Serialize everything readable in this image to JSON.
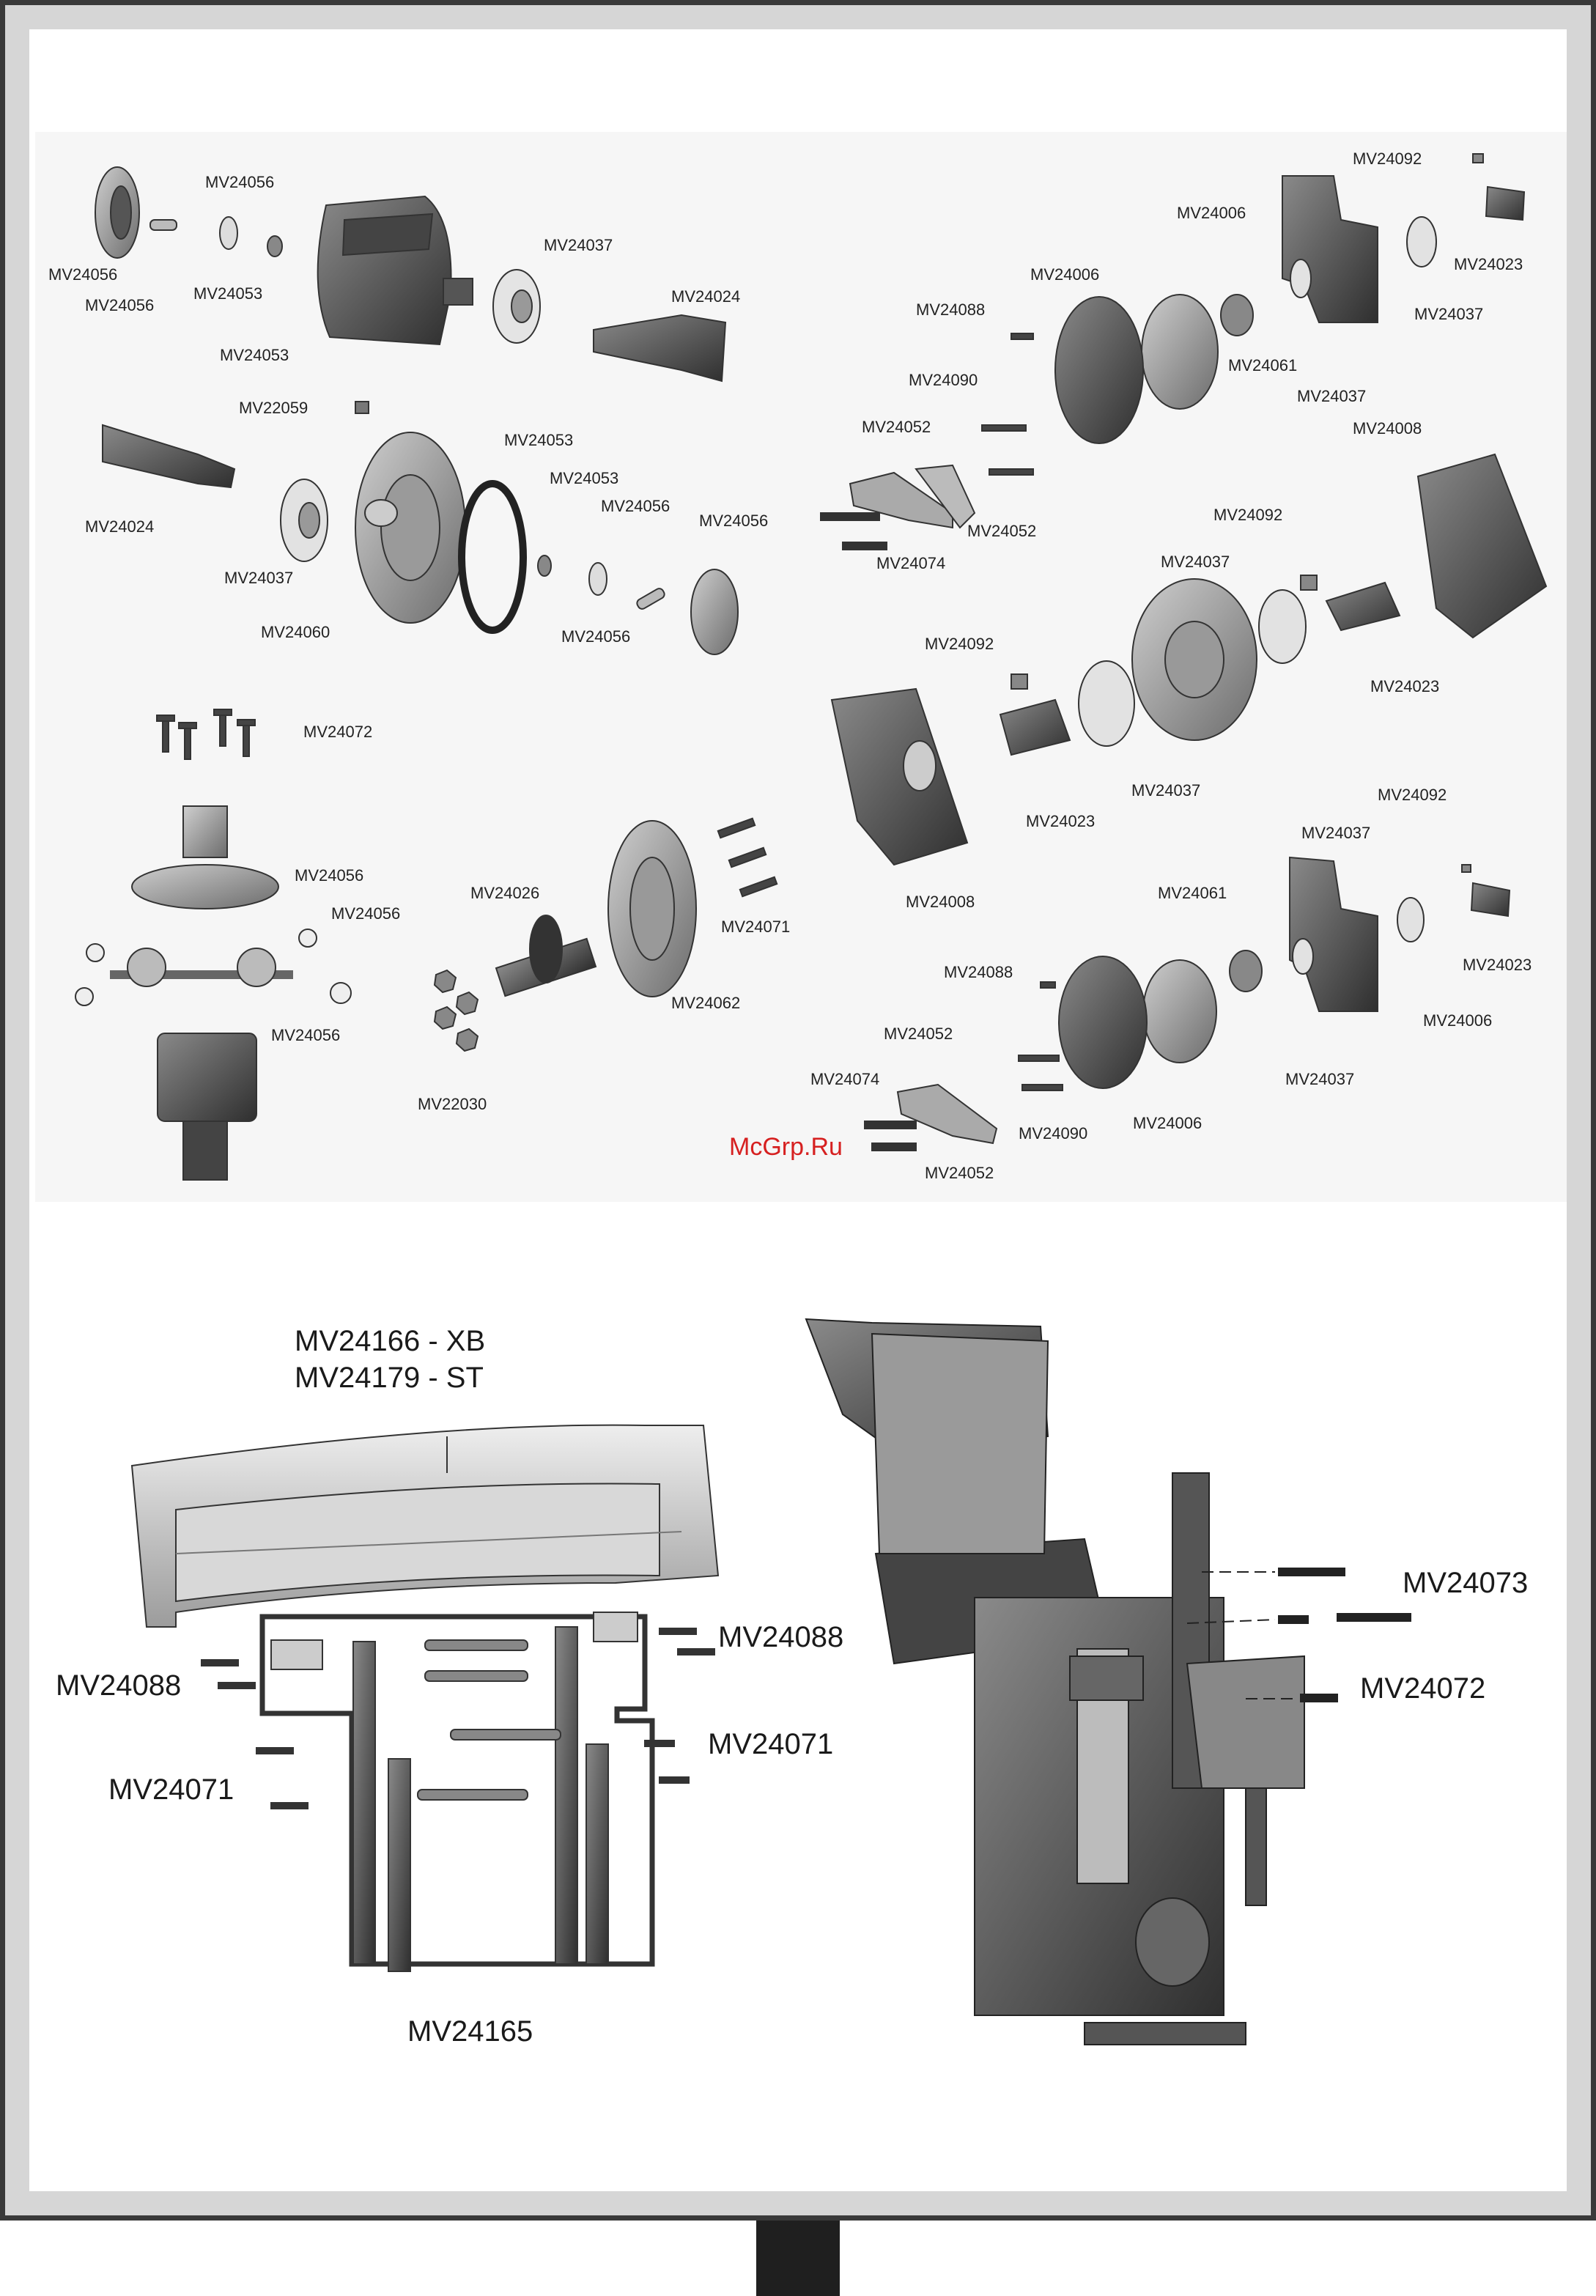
{
  "watermark": "McGrp.Ru",
  "labels": {
    "p1": "MV24056",
    "p2": "MV24056",
    "p3": "MV24056",
    "p4": "MV24053",
    "p5": "MV24053",
    "p6": "MV24037",
    "p7": "MV24024",
    "p8": "MV22059",
    "p9": "MV24024",
    "p10": "MV24037",
    "p11": "MV24060",
    "p12": "MV24053",
    "p13": "MV24053",
    "p14": "MV24056",
    "p15": "MV24056",
    "p16": "MV24056",
    "p17": "MV24072",
    "p18": "MV24056",
    "p19": "MV24056",
    "p20": "MV24056",
    "p21": "MV24026",
    "p22": "MV22030",
    "p23": "MV24062",
    "p24": "MV24071",
    "p25": "MV24092",
    "p26": "MV24006",
    "p27": "MV24023",
    "p28": "MV24037",
    "p29": "MV24006",
    "p30": "MV24088",
    "p31": "MV24061",
    "p32": "MV24037",
    "p33": "MV24090",
    "p34": "MV24052",
    "p35": "MV24052",
    "p36": "MV24074",
    "p37": "MV24008",
    "p38": "MV24092",
    "p39": "MV24037",
    "p40": "MV24092",
    "p41": "MV24023",
    "p42": "MV24023",
    "p43": "MV24037",
    "p44": "MV24008",
    "p45": "MV24092",
    "p46": "MV24037",
    "p47": "MV24061",
    "p48": "MV24023",
    "p49": "MV24088",
    "p50": "MV24006",
    "p51": "MV24052",
    "p52": "MV24074",
    "p53": "MV24037",
    "p54": "MV24090",
    "p55": "MV24006",
    "p56": "MV24052"
  },
  "wing": {
    "title1": "MV24166 - XB",
    "title2": "MV24179 - ST",
    "l1": "MV24088",
    "l2": "MV24088",
    "l3": "MV24071",
    "l4": "MV24071",
    "l5": "MV24165"
  },
  "chassis": {
    "l1": "MV24073",
    "l2": "MV24072"
  }
}
